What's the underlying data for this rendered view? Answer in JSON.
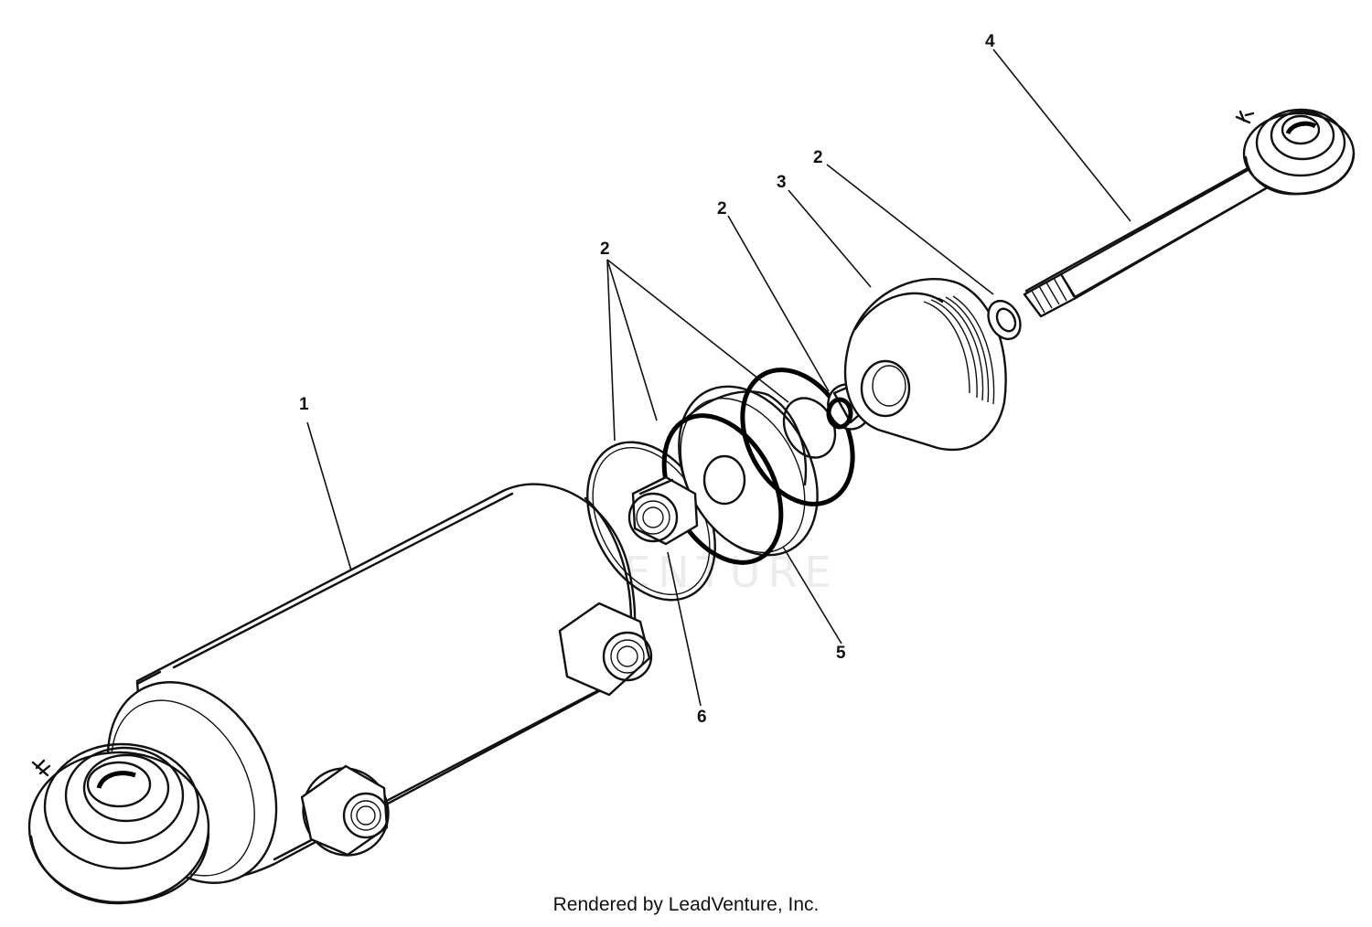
{
  "watermark": "LEADVENTURE",
  "footer": "Rendered by LeadVenture, Inc.",
  "callouts": [
    {
      "id": "c1",
      "label": "1"
    },
    {
      "id": "c2a",
      "label": "2"
    },
    {
      "id": "c2b",
      "label": "2"
    },
    {
      "id": "c2c",
      "label": "2"
    },
    {
      "id": "c3",
      "label": "3"
    },
    {
      "id": "c4",
      "label": "4"
    },
    {
      "id": "c5",
      "label": "5"
    },
    {
      "id": "c6",
      "label": "6"
    }
  ]
}
